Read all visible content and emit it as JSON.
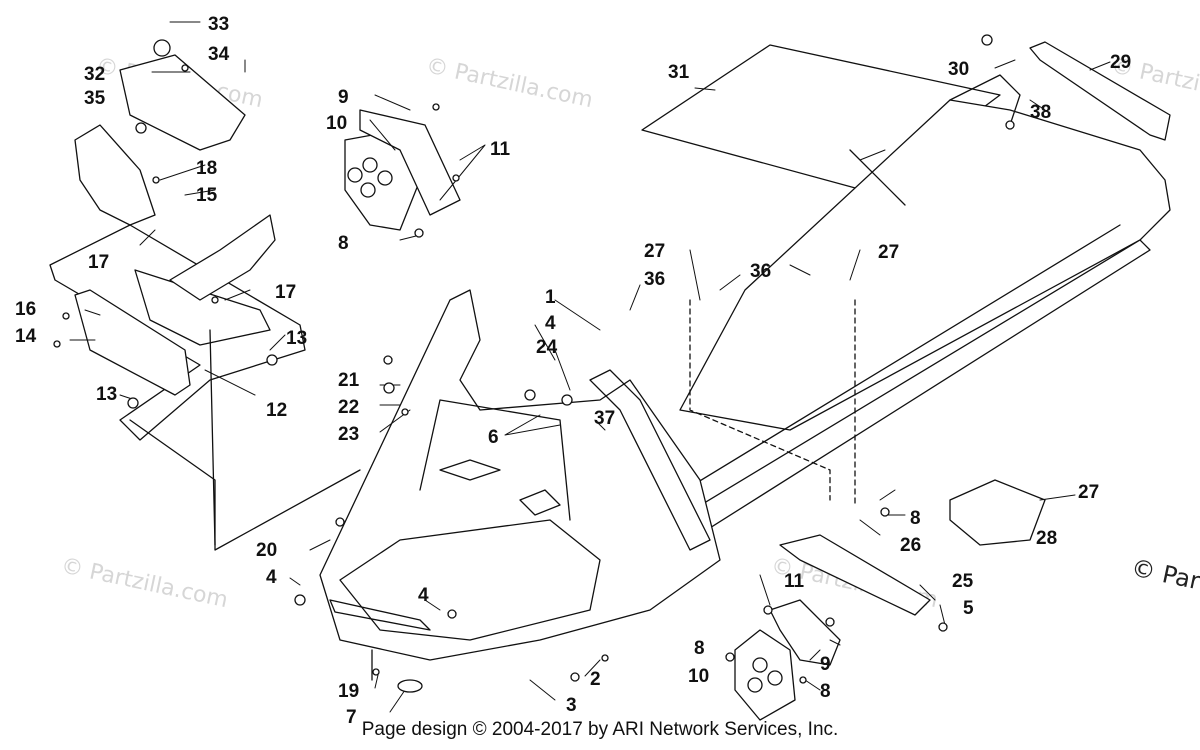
{
  "footer": {
    "text": "Page design © 2004-2017 by ARI Network Services, Inc."
  },
  "watermark": {
    "text": "© Partzilla.com",
    "edge_text": "© Partzi"
  },
  "colors": {
    "line": "#111111",
    "watermark": "#d6d6d6",
    "background": "#ffffff"
  },
  "callouts": {
    "c1": "1",
    "c2": "2",
    "c3": "3",
    "c4a": "4",
    "c4b": "4",
    "c4c": "4",
    "c5": "5",
    "c6": "6",
    "c7": "7",
    "c8a": "8",
    "c8b": "8",
    "c8c": "8",
    "c8d": "8",
    "c9a": "9",
    "c9b": "9",
    "c10a": "10",
    "c10b": "10",
    "c11a": "11",
    "c11b": "11",
    "c12": "12",
    "c13a": "13",
    "c13b": "13",
    "c14": "14",
    "c15": "15",
    "c16": "16",
    "c17a": "17",
    "c17b": "17",
    "c18": "18",
    "c19": "19",
    "c20": "20",
    "c21": "21",
    "c22": "22",
    "c23": "23",
    "c24": "24",
    "c25": "25",
    "c26": "26",
    "c27a": "27",
    "c27b": "27",
    "c27c": "27",
    "c28": "28",
    "c29": "29",
    "c30": "30",
    "c31": "31",
    "c32": "32",
    "c33": "33",
    "c34": "34",
    "c35": "35",
    "c36a": "36",
    "c36b": "36",
    "c37": "37",
    "c38": "38"
  }
}
